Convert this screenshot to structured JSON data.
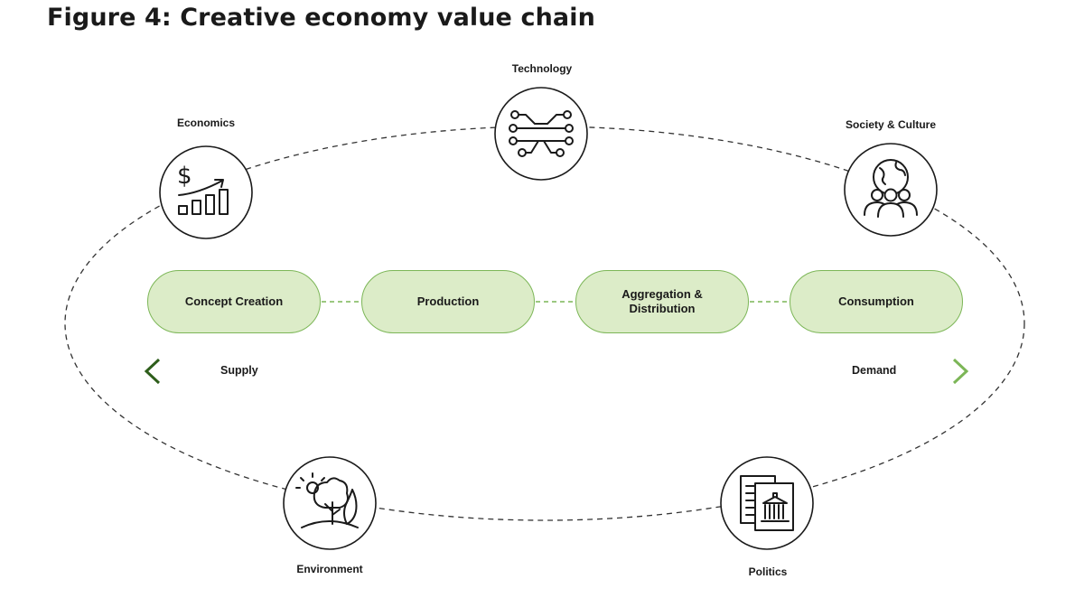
{
  "title": "Figure 4: Creative economy value chain",
  "colors": {
    "stage_fill": "#dcecc8",
    "stage_border": "#7cb657",
    "arrow_dark": "#2e5e1b",
    "arrow_light": "#7cb657",
    "outline": "#1a1a1a"
  },
  "factors": [
    {
      "label": "Technology",
      "icon": "circuit-icon"
    },
    {
      "label": "Economics",
      "icon": "dollar-growth-chart-icon"
    },
    {
      "label": "Society & Culture",
      "icon": "globe-people-icon"
    },
    {
      "label": "Environment",
      "icon": "sun-tree-icon"
    },
    {
      "label": "Politics",
      "icon": "government-document-icon"
    }
  ],
  "stages": [
    {
      "label": "Concept Creation"
    },
    {
      "label": "Production"
    },
    {
      "label": "Aggregation &\nDistribution"
    },
    {
      "label": "Consumption"
    }
  ],
  "axis": {
    "left_label": "Supply",
    "right_label": "Demand"
  }
}
